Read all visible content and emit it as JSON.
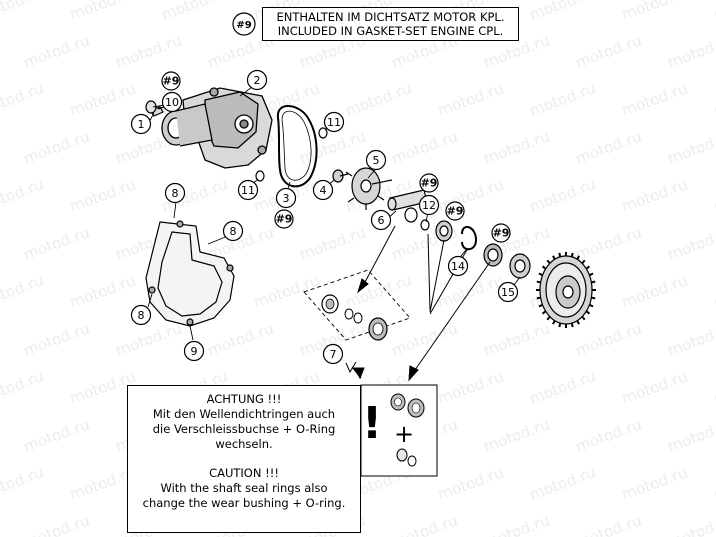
{
  "legend": {
    "symbol": "#9",
    "line_de": "ENTHALTEN IM DICHTSATZ MOTOR KPL.",
    "line_en": "INCLUDED IN GASKET-SET ENGINE CPL."
  },
  "watermark": "motod.ru",
  "callouts": {
    "c1": "1",
    "c2": "2",
    "c3": "3",
    "c4": "4",
    "c5": "5",
    "c6": "6",
    "c7": "7",
    "c8": "8",
    "c9": "9",
    "c10": "10",
    "c11": "11",
    "c12": "12",
    "c14": "14",
    "c15": "15",
    "gasket": "#9"
  },
  "warning": {
    "title_de": "ACHTUNG !!!",
    "body_de_1": "Mit den Wellendichtringen auch",
    "body_de_2": "die Verschleissbuchse + O-Ring",
    "body_de_3": "wechseln.",
    "title_en": "CAUTION !!!",
    "body_en_1": "With the shaft seal rings also",
    "body_en_2": "change the wear bushing + O-ring.",
    "symbol_exclaim": "!",
    "symbol_plus": "+"
  }
}
